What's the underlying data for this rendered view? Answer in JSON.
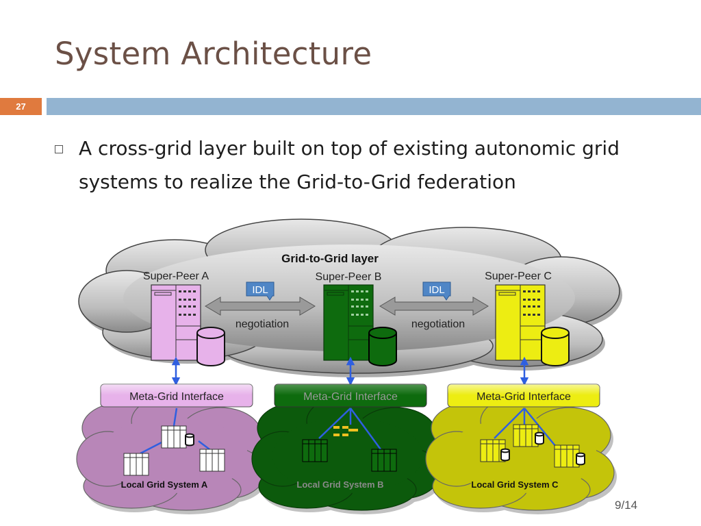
{
  "slide": {
    "title": "System Architecture",
    "slide_number": "27",
    "bullet": "A cross-grid layer built on top of existing autonomic grid systems to realize the Grid-to-Grid federation",
    "page_counter": "9/14"
  },
  "diagram": {
    "top_cloud_label": "Grid-to-Grid layer",
    "super_peers": [
      {
        "name": "Super-Peer A",
        "color": "#e7b2ea"
      },
      {
        "name": "Super-Peer B",
        "color": "#0e6b0e"
      },
      {
        "name": "Super-Peer C",
        "color": "#eded12"
      }
    ],
    "links": [
      {
        "idl": "IDL",
        "label": "negotiation"
      },
      {
        "idl": "IDL",
        "label": "negotiation"
      }
    ],
    "meta_grid_interfaces": [
      {
        "label": "Meta-Grid Interface",
        "color": "#e7b2ea"
      },
      {
        "label": "Meta-Grid Interface",
        "color": "#0e6b0e"
      },
      {
        "label": "Meta-Grid Interface",
        "color": "#eded12"
      }
    ],
    "local_grids": [
      {
        "label": "Local Grid System A",
        "color": "#b886b8"
      },
      {
        "label": "Local Grid System B",
        "color": "#0c5a0c"
      },
      {
        "label": "Local Grid System C",
        "color": "#c4c40a"
      }
    ]
  }
}
